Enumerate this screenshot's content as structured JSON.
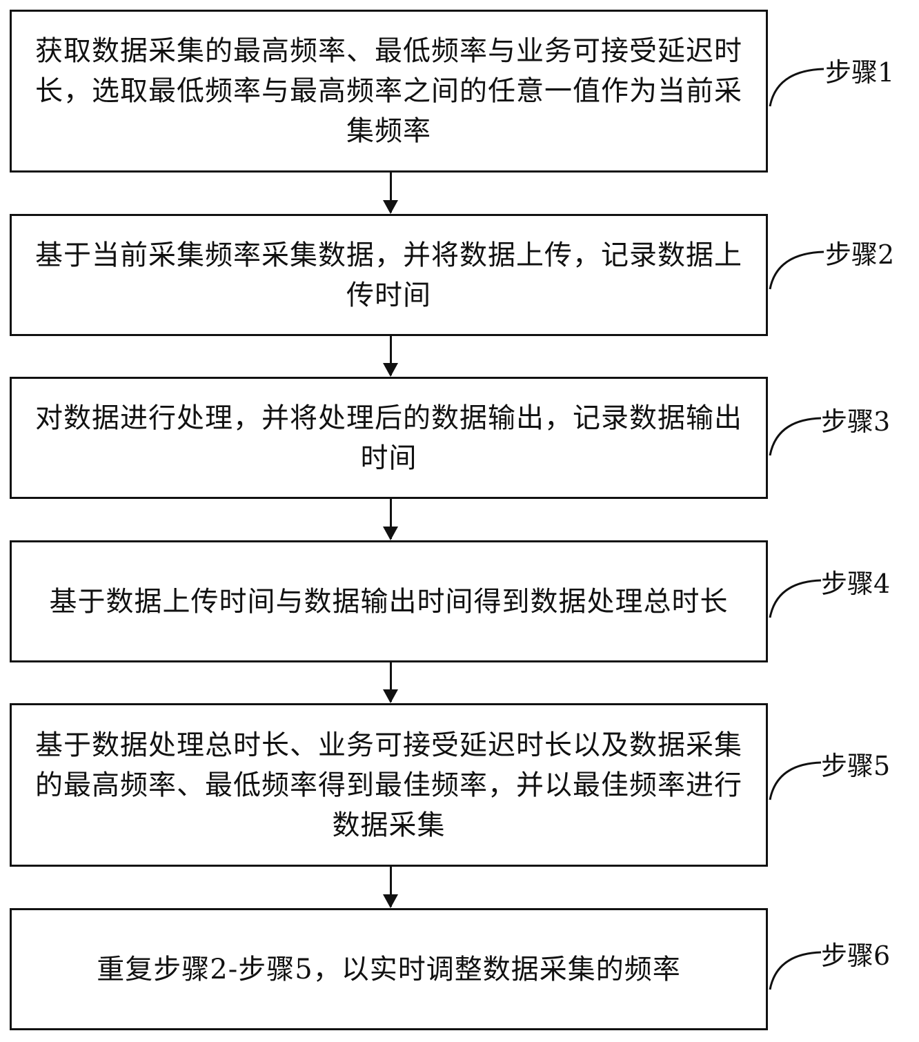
{
  "steps": [
    {
      "label": "步骤1",
      "text": "获取数据采集的最高频率、最低频率与业务可接受延迟时长，选取最低频率与最高频率之间的任意一值作为当前采集频率"
    },
    {
      "label": "步骤2",
      "text": "基于当前采集频率采集数据，并将数据上传，记录数据上传时间"
    },
    {
      "label": "步骤3",
      "text": "对数据进行处理，并将处理后的数据输出，记录数据输出时间"
    },
    {
      "label": "步骤4",
      "text": "基于数据上传时间与数据输出时间得到数据处理总时长"
    },
    {
      "label": "步骤5",
      "text": "基于数据处理总时长、业务可接受延迟时长以及数据采集的最高频率、最低频率得到最佳频率，并以最佳频率进行数据采集"
    },
    {
      "label": "步骤6",
      "text": "重复步骤2-步骤5，以实时调整数据采集的频率"
    }
  ]
}
